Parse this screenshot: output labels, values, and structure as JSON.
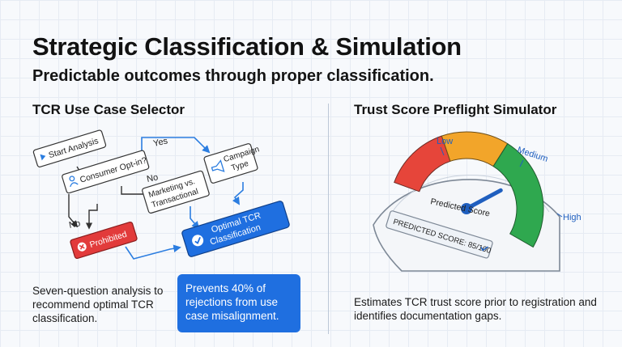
{
  "header": {
    "title": "Strategic Classification & Simulation",
    "subtitle": "Predictable outcomes through proper classification."
  },
  "left": {
    "heading": "TCR Use Case Selector",
    "flow": {
      "start": "Start Analysis",
      "consumer": "Consumer Opt-in?",
      "campaign_line1": "Campaign",
      "campaign_line2": "Type",
      "marketing_line1": "Marketing vs.",
      "marketing_line2": "Transactional",
      "prohibited": "Prohibited",
      "optimal_line1": "Optimal TCR",
      "optimal_line2": "Classification",
      "yes": "Yes",
      "no_top": "No",
      "no_left": "No"
    },
    "description": "Seven-question analysis to recommend optimal TCR classification.",
    "callout": "Prevents 40% of rejections from use case misalignment."
  },
  "right": {
    "heading": "Trust Score Preflight Simulator",
    "gauge": {
      "low": "Low",
      "medium": "Medium",
      "high": "High",
      "predicted_label": "Predicted Score",
      "predicted_value": "PREDICTED SCORE: 85/100",
      "score": 85,
      "colors": {
        "low": "#e6453a",
        "medium": "#f2a52a",
        "high": "#2fa84f",
        "needle": "#1f5fbf"
      }
    },
    "description": "Estimates TCR trust score prior to registration and identifies documentation gaps."
  },
  "colors": {
    "accent": "#1f6fe0",
    "danger": "#e23b3b",
    "arrow": "#2b7de0"
  }
}
